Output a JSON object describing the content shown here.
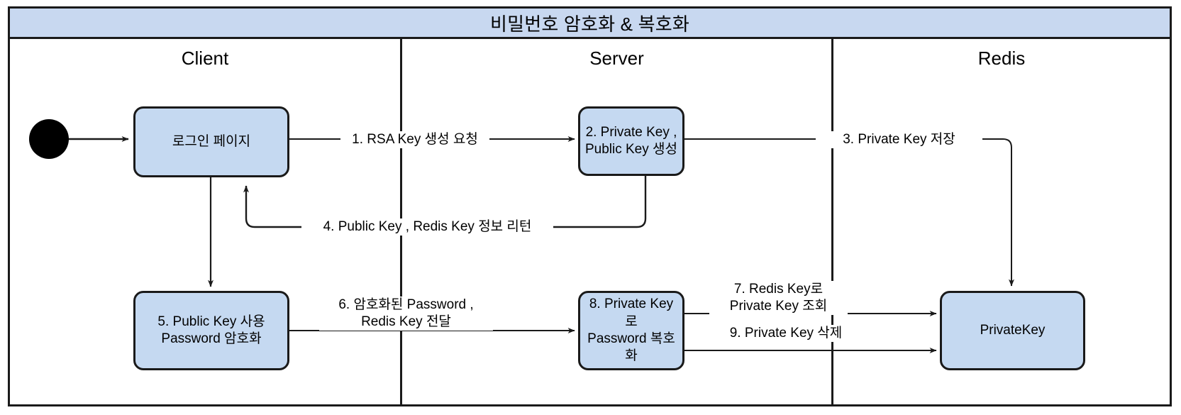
{
  "diagram": {
    "title": "비밀번호 암호화 & 복호화",
    "type": "swimlane-activity-diagram",
    "colors": {
      "title_fill": "#c8d8f0",
      "node_fill": "#c5d9f1",
      "stroke": "#1a1a1a",
      "background": "#ffffff"
    },
    "lanes": [
      {
        "id": "client",
        "label": "Client"
      },
      {
        "id": "server",
        "label": "Server"
      },
      {
        "id": "redis",
        "label": "Redis"
      }
    ],
    "nodes": [
      {
        "id": "start",
        "lane": "client",
        "label": "",
        "shape": "initial-state"
      },
      {
        "id": "login-page",
        "lane": "client",
        "label": "로그인 페이지",
        "shape": "rounded-rect"
      },
      {
        "id": "key-gen",
        "lane": "server",
        "label": "2. Private Key ,\nPublic Key 생성",
        "shape": "rounded-rect"
      },
      {
        "id": "encrypt-password",
        "lane": "client",
        "label": "5. Public Key 사용\nPassword 암호화",
        "shape": "rounded-rect"
      },
      {
        "id": "decrypt-password",
        "lane": "server",
        "label": "8. Private Key 로\nPassword 복호화",
        "shape": "rounded-rect"
      },
      {
        "id": "private-key-store",
        "lane": "redis",
        "label": "PrivateKey",
        "shape": "rounded-rect"
      }
    ],
    "edges": [
      {
        "id": "e0",
        "from": "start",
        "to": "login-page",
        "label": ""
      },
      {
        "id": "e1",
        "from": "login-page",
        "to": "key-gen",
        "label": "1. RSA Key 생성 요청"
      },
      {
        "id": "e2",
        "from": "key-gen",
        "to": "private-key-store",
        "label": "3. Private Key 저장"
      },
      {
        "id": "e3",
        "from": "key-gen",
        "to": "login-page",
        "label": "4. Public Key , Redis Key 정보 리턴"
      },
      {
        "id": "e4",
        "from": "login-page",
        "to": "encrypt-password",
        "label": ""
      },
      {
        "id": "e5",
        "from": "encrypt-password",
        "to": "decrypt-password",
        "label": "6. 암호화된 Password ,\nRedis Key 전달"
      },
      {
        "id": "e6",
        "from": "decrypt-password",
        "to": "private-key-store",
        "label": "7. Redis Key로\nPrivate Key 조회"
      },
      {
        "id": "e7",
        "from": "decrypt-password",
        "to": "private-key-store",
        "label": "9. Private Key 삭제"
      }
    ]
  }
}
